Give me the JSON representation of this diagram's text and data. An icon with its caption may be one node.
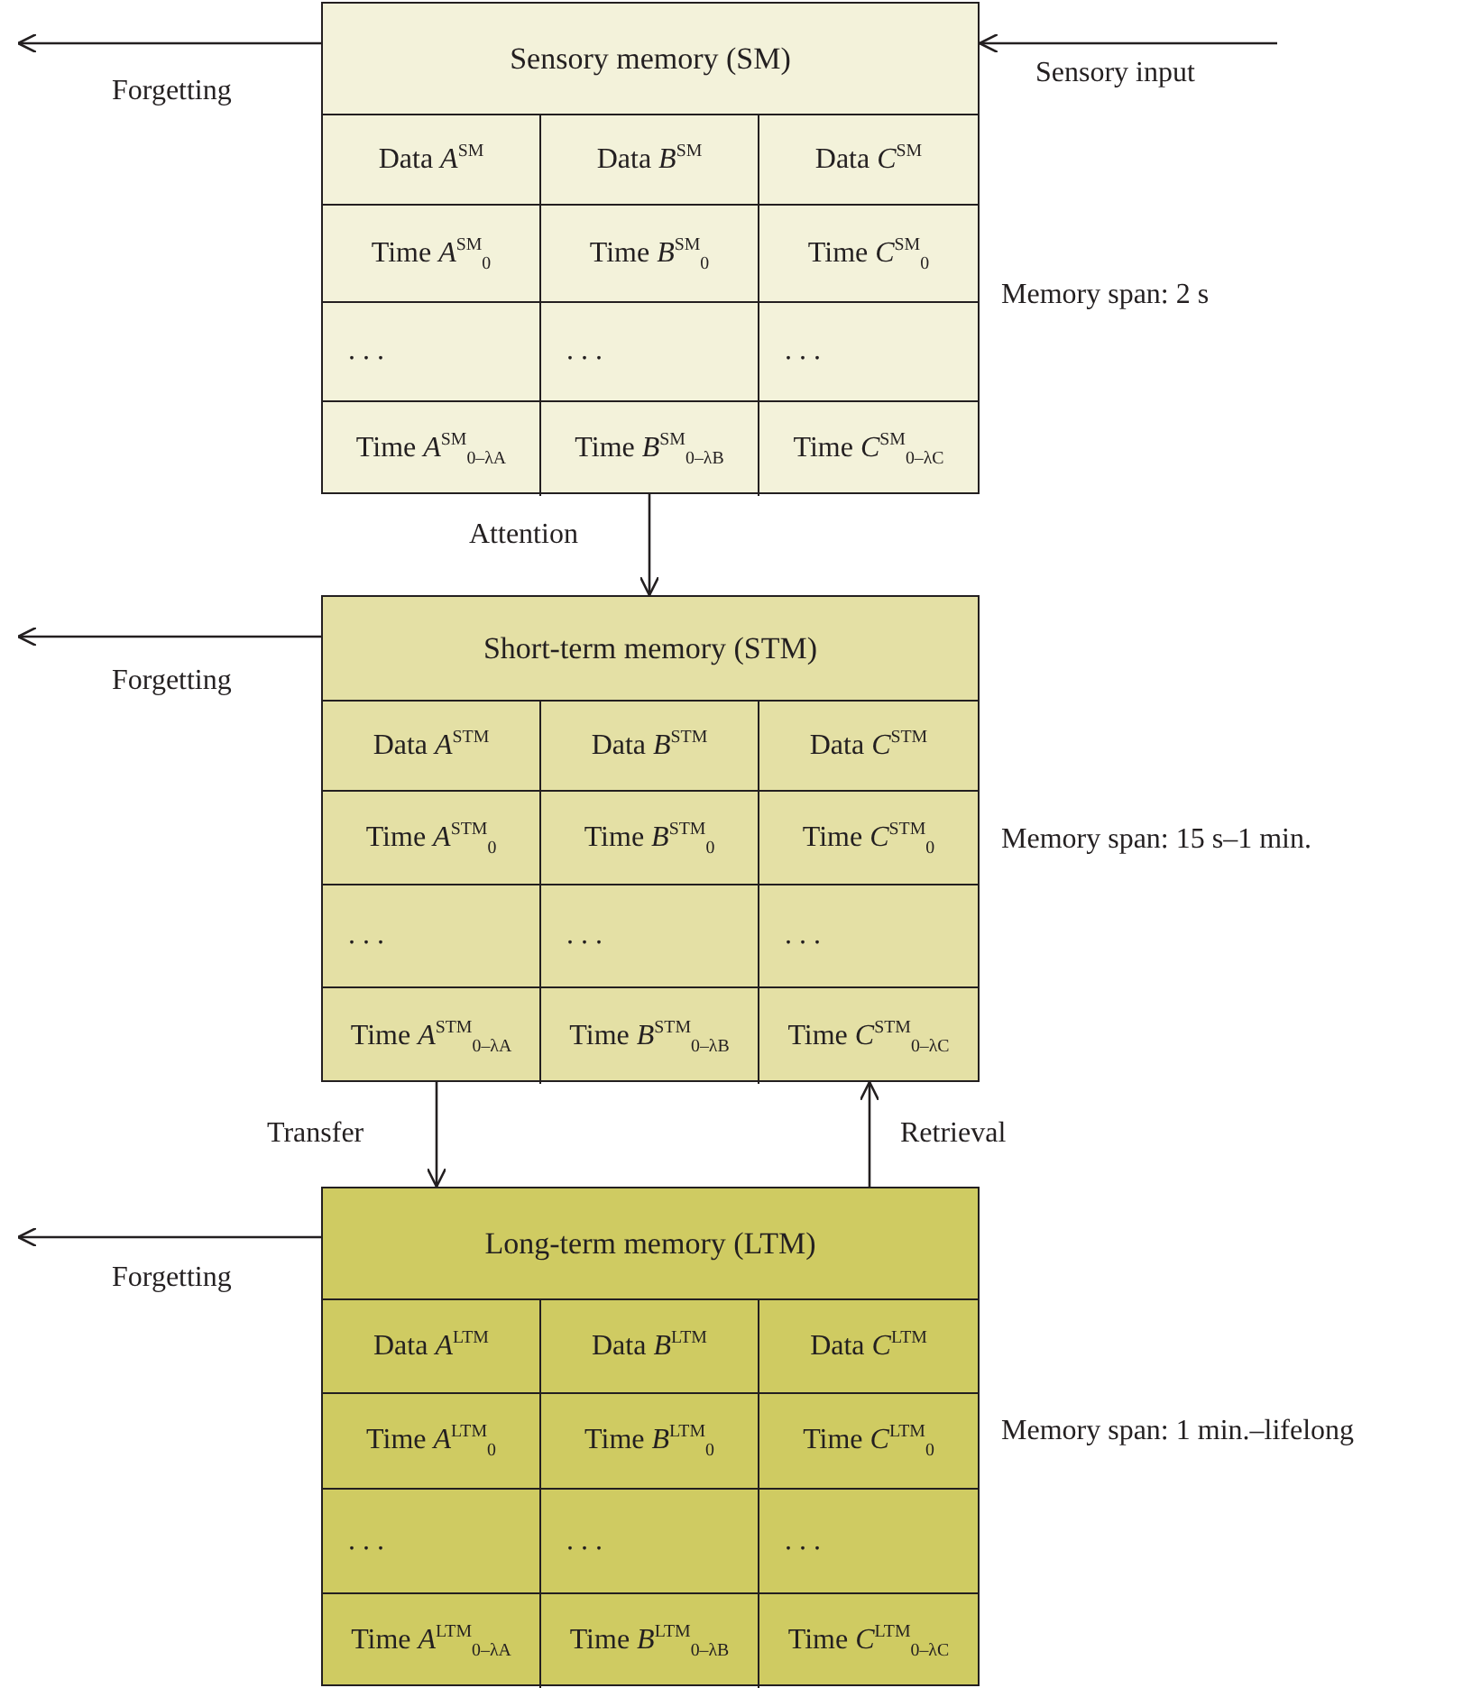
{
  "diagram": {
    "nodes": [
      {
        "text": [
          "Sensory memory (SM)",
          "Data *A*$^{SM}$",
          "Data *B*$^{SM}$",
          "Data *C*$^{SM}$",
          "Time *A*$^{SM}$$_{0}$",
          "Time *B*$^{SM}$$_{0}$",
          "Time *C*$^{SM}$$_{0}$",
          ". . .",
          ". . .",
          ". . .",
          "Time *A*$^{SM}$$_{0–λA}$",
          "Time *B*$^{SM}$$_{0–λB}$",
          "Time *C*$^{SM}$$_{0–λC}$"
        ],
        "beside": [
          "Memory span: 2 s"
        ]
      },
      {
        "text": [
          "Short-term memory (STM)",
          "Data *A*$^{STM}$",
          "Data *B*$^{STM}$",
          "Data *C*$^{STM}$",
          "Time *A*$^{STM}$$_{0}$",
          "Time *B*$^{STM}$$_{0}$",
          "Time *C*$^{STM}$$_{0}$",
          ". . .",
          ". . .",
          ". . .",
          "Time *A*$^{STM}$$_{0–λA}$",
          "Time *B*$^{STM}$$_{0–λB}$",
          "Time *C*$^{STM}$$_{0–λC}$"
        ],
        "beside": [
          "Memory span: 15 s–1 min."
        ]
      },
      {
        "text": [
          "Long-term memory (LTM)",
          "Data *A*$^{LTM}$",
          "Data *B*$^{LTM}$",
          "Data *C*$^{LTM}$",
          "Time *A*$^{LTM}$$_{0}$",
          "Time *B*$^{LTM}$$_{0}$",
          "Time *C*$^{LTM}$$_{0}$",
          ". . .",
          ". . .",
          ". . .",
          "Time *A*$^{LTM}$$_{0–λA}$",
          "Time *B*$^{LTM}$$_{0–λB}$",
          "Time *C*$^{LTM}$$_{0–λC}$"
        ],
        "beside": [
          "Memory span: 1 min.–lifelong"
        ]
      }
    ],
    "edges": [
      {
        "from": 0,
        "to": null,
        "arrow": "to",
        "label": "Forgetting"
      },
      {
        "from": null,
        "to": 0,
        "arrow": "to",
        "label": "Sensory input"
      },
      {
        "from": 0,
        "to": 1,
        "arrow": "to",
        "label": "Attention"
      },
      {
        "from": 1,
        "to": null,
        "arrow": "to",
        "label": "Forgetting"
      },
      {
        "from": 1,
        "to": 2,
        "arrow": "to",
        "label": "Transfer"
      },
      {
        "from": 2,
        "to": 1,
        "arrow": "to",
        "label": "Retrieval"
      },
      {
        "from": 2,
        "to": null,
        "arrow": "to",
        "label": "Forgetting"
      }
    ]
  }
}
